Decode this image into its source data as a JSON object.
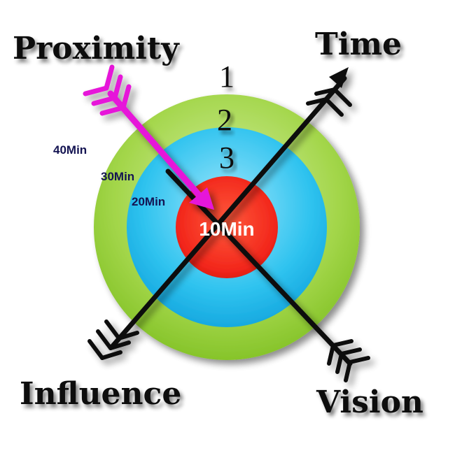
{
  "labels": {
    "proximity": "Proximity",
    "time": "Time",
    "influence": "Influence",
    "vision": "Vision"
  },
  "rings": {
    "one": "1",
    "two": "2",
    "three": "3"
  },
  "times": {
    "t40": "40Min",
    "t30": "30Min",
    "t20": "20Min",
    "center": "10Min"
  },
  "colors": {
    "outer_ring": "#9ad23e",
    "middle_ring": "#2ec4ee",
    "bullseye": "#f2261b",
    "pink_arrow": "#e619d9",
    "black_arrow": "#111111",
    "time_text": "#141452"
  }
}
